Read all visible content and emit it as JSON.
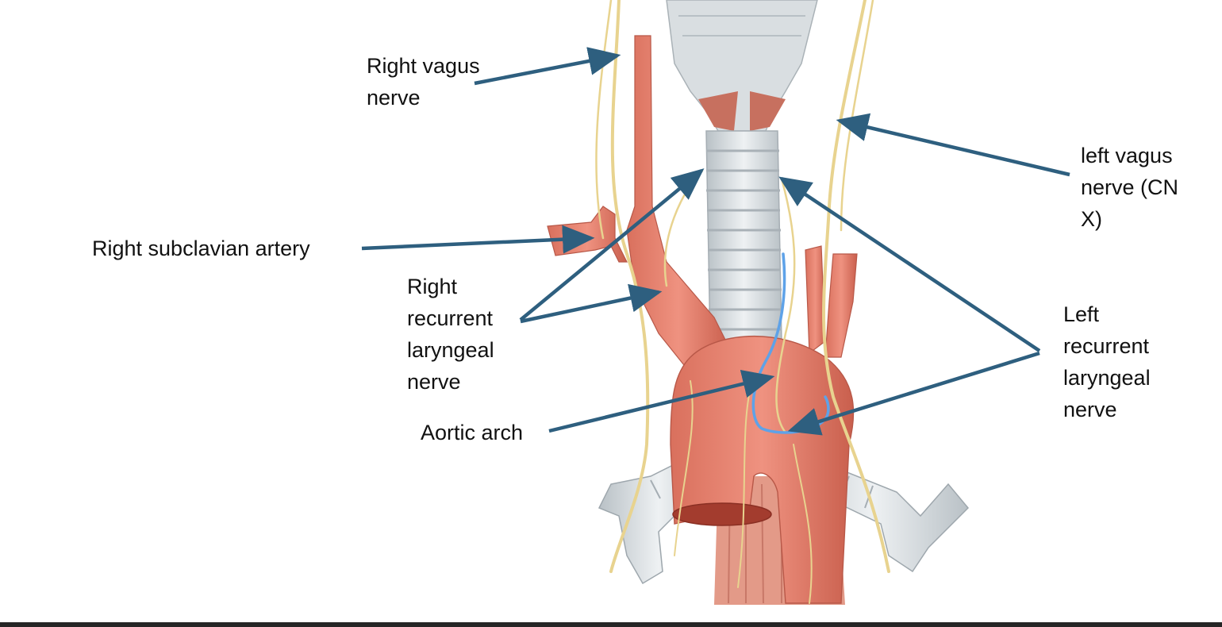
{
  "labels": {
    "right_vagus": "Right vagus\nnerve",
    "left_vagus": "left vagus\nnerve (CN\nX)",
    "right_subclavian": "Right subclavian artery",
    "right_recurrent": "Right\nrecurrent\nlaryngeal\nnerve",
    "aortic_arch": "Aortic arch",
    "left_recurrent": "Left\nrecurrent\nlaryngeal\nnerve"
  },
  "colors": {
    "arrow": "#2e5f7f",
    "artery": "#e07a66",
    "artery_dark": "#c25b4a",
    "cartilage": "#d8dde0",
    "nerve": "#e8d38f",
    "trace": "#5ea2e8",
    "background": "#ffffff"
  }
}
